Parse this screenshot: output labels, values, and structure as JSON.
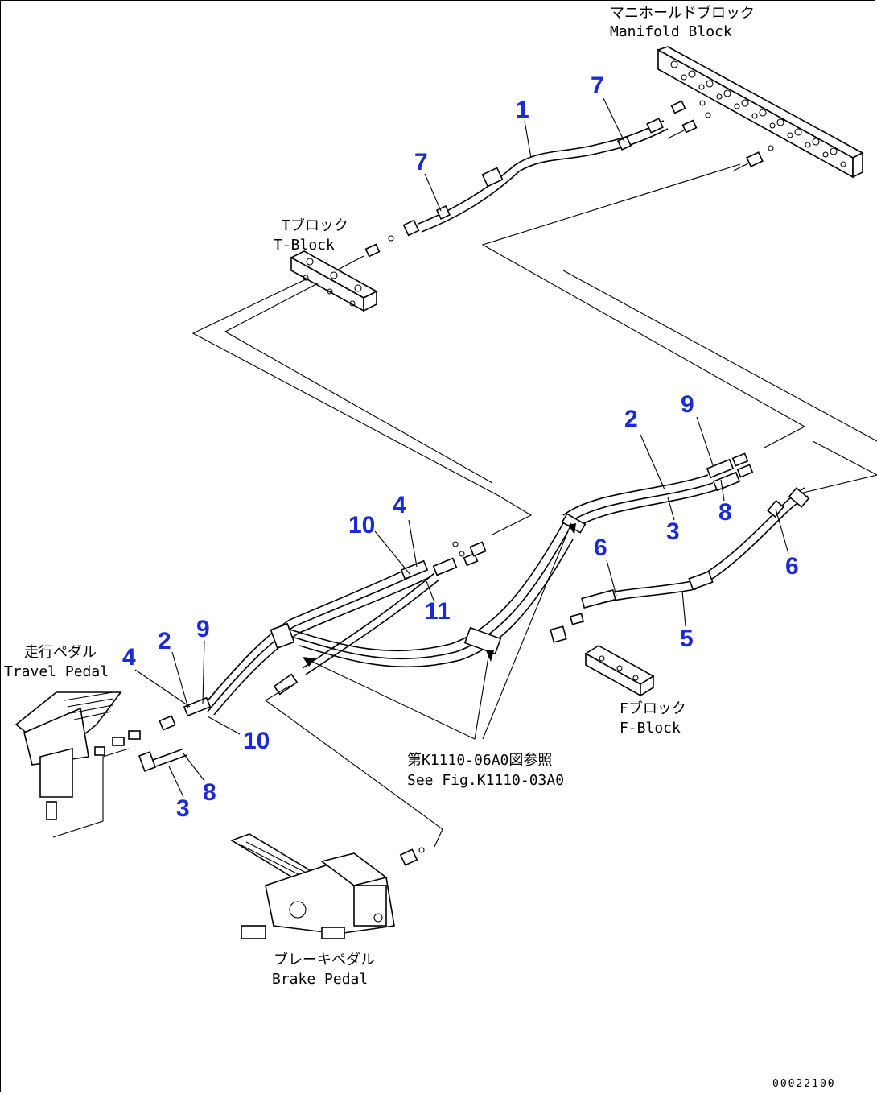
{
  "labels": {
    "manifold_jp": "マニホールドブロック",
    "manifold_en": "Manifold Block",
    "tblock_jp": "Tブロック",
    "tblock_en": "T-Block",
    "travel_pedal_jp": "走行ペダル",
    "travel_pedal_en": "Travel Pedal",
    "fblock_jp": "Fブロック",
    "fblock_en": "F-Block",
    "see_fig_jp": "第K1110-06A0図参照",
    "see_fig_en": "See Fig.K1110-03A0",
    "brake_pedal_jp": "ブレーキペダル",
    "brake_pedal_en": "Brake Pedal",
    "drawing_code": "00022100"
  },
  "callouts": {
    "c1": "1",
    "c7a": "7",
    "c7b": "7",
    "c2a": "2",
    "c9a": "9",
    "c3a": "3",
    "c8a": "8",
    "c6a": "6",
    "c6b": "6",
    "c5": "5",
    "c10a": "10",
    "c4a": "4",
    "c11": "11",
    "c2b": "2",
    "c9b": "9",
    "c4b": "4",
    "c10b": "10",
    "c3b": "3",
    "c8b": "8"
  }
}
